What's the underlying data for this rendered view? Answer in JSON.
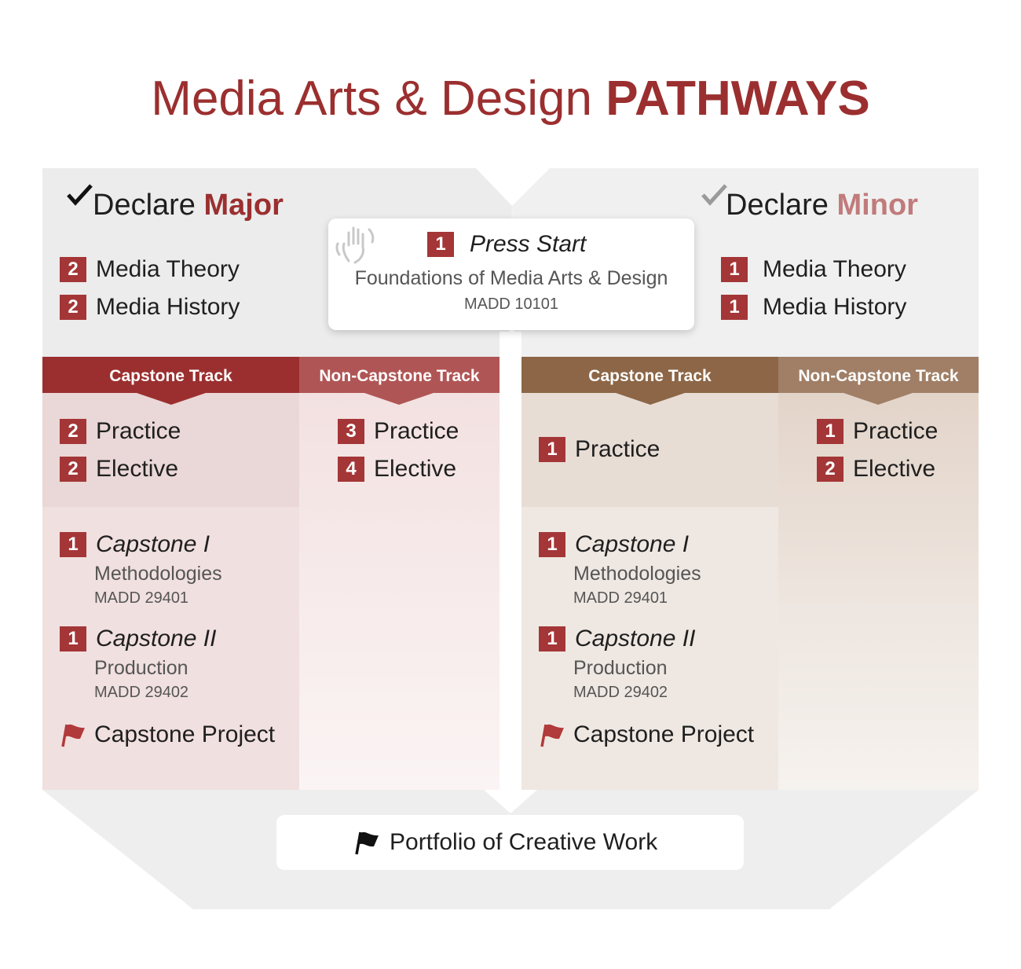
{
  "title": {
    "normal": "Media Arts & Design",
    "bold": "PATHWAYS"
  },
  "colors": {
    "brand_red": "#9b2f2f",
    "badge_red": "#a43637",
    "brown": "#8c6646",
    "panel_grey": "#ededed"
  },
  "start": {
    "badge": "1",
    "title": "Press Start",
    "course": "Foundations of Media Arts & Design",
    "code": "MADD 10101",
    "icon": "hand-wave-icon"
  },
  "major": {
    "declare_prefix": "Declare",
    "declare_word": "Major",
    "requirements": [
      {
        "count": "2",
        "label": "Media Theory"
      },
      {
        "count": "2",
        "label": "Media History"
      }
    ],
    "capstone_track": {
      "header": "Capstone Track",
      "items": [
        {
          "count": "2",
          "label": "Practice"
        },
        {
          "count": "2",
          "label": "Elective"
        }
      ],
      "capstone1": {
        "count": "1",
        "title": "Capstone I",
        "subtitle": "Methodologies",
        "code": "MADD 29401"
      },
      "capstone2": {
        "count": "1",
        "title": "Capstone II",
        "subtitle": "Production",
        "code": "MADD 29402"
      },
      "project": "Capstone Project"
    },
    "noncapstone_track": {
      "header": "Non-Capstone Track",
      "items": [
        {
          "count": "3",
          "label": "Practice"
        },
        {
          "count": "4",
          "label": "Elective"
        }
      ]
    }
  },
  "minor": {
    "declare_prefix": "Declare",
    "declare_word": "Minor",
    "requirements": [
      {
        "count": "1",
        "label": "Media Theory"
      },
      {
        "count": "1",
        "label": "Media History"
      }
    ],
    "capstone_track": {
      "header": "Capstone Track",
      "items": [
        {
          "count": "1",
          "label": "Practice"
        }
      ],
      "capstone1": {
        "count": "1",
        "title": "Capstone I",
        "subtitle": "Methodologies",
        "code": "MADD 29401"
      },
      "capstone2": {
        "count": "1",
        "title": "Capstone II",
        "subtitle": "Production",
        "code": "MADD 29402"
      },
      "project": "Capstone Project"
    },
    "noncapstone_track": {
      "header": "Non-Capstone Track",
      "items": [
        {
          "count": "1",
          "label": "Practice"
        },
        {
          "count": "2",
          "label": "Elective"
        }
      ]
    }
  },
  "portfolio": {
    "label": "Portfolio of Creative Work",
    "icon": "flag-icon"
  }
}
